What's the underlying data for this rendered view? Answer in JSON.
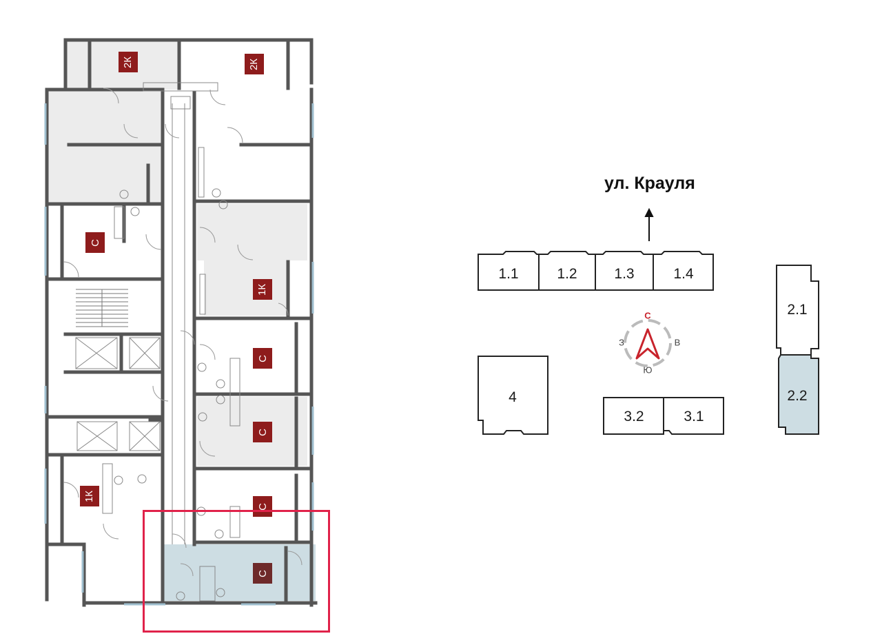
{
  "floor_plan": {
    "apartments": [
      {
        "id": "a1",
        "label": "2К"
      },
      {
        "id": "a2",
        "label": "2К"
      },
      {
        "id": "a3",
        "label": "С"
      },
      {
        "id": "a4",
        "label": "1К"
      },
      {
        "id": "a5",
        "label": "С"
      },
      {
        "id": "a6",
        "label": "С"
      },
      {
        "id": "a7",
        "label": "1К"
      },
      {
        "id": "a8",
        "label": "С"
      },
      {
        "id": "a9",
        "label": "С"
      }
    ],
    "selected": "a9"
  },
  "site_plan": {
    "street": "ул. Крауля",
    "buildings": [
      "1.1",
      "1.2",
      "1.3",
      "1.4",
      "2.1",
      "2.2",
      "4",
      "3.2",
      "3.1"
    ],
    "selected_building": "2.2",
    "compass": {
      "north": "С",
      "east": "В",
      "south": "Ю",
      "west": "З"
    }
  },
  "colors": {
    "wall": "#555555",
    "shaded_room": "#ececec",
    "selected_fill": "#cddde3",
    "tag": "#8e1c1c",
    "selection_frame": "#e0224a",
    "compass_red": "#c8232c"
  }
}
